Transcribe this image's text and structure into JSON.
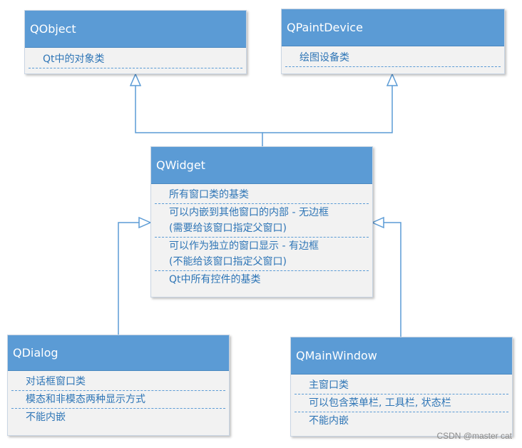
{
  "classes": {
    "qobject": {
      "name": "QObject",
      "items": [
        "Qt中的对象类"
      ]
    },
    "qpaintdevice": {
      "name": "QPaintDevice",
      "items": [
        "绘图设备类"
      ]
    },
    "qwidget": {
      "name": "QWidget",
      "items": [
        [
          "所有窗口类的基类"
        ],
        [
          "可以内嵌到其他窗口的内部 - 无边框",
          "(需要给该窗口指定父窗口)"
        ],
        [
          "可以作为独立的窗口显示 - 有边框",
          "(不能给该窗口指定父窗口)"
        ],
        [
          "Qt中所有控件的基类"
        ]
      ]
    },
    "qdialog": {
      "name": "QDialog",
      "items": [
        "对话框窗口类",
        "模态和非模态两种显示方式",
        "不能内嵌"
      ]
    },
    "qmainwindow": {
      "name": "QMainWindow",
      "items": [
        "主窗口类",
        "可以包含菜单栏, 工具栏, 状态栏",
        "不能内嵌"
      ]
    }
  },
  "watermark": "CSDN @master cat",
  "colors": {
    "header": "#5b9bd5",
    "body": "#f2f2f2",
    "text": "#2e75b6",
    "edge": "#5b9bd5"
  }
}
